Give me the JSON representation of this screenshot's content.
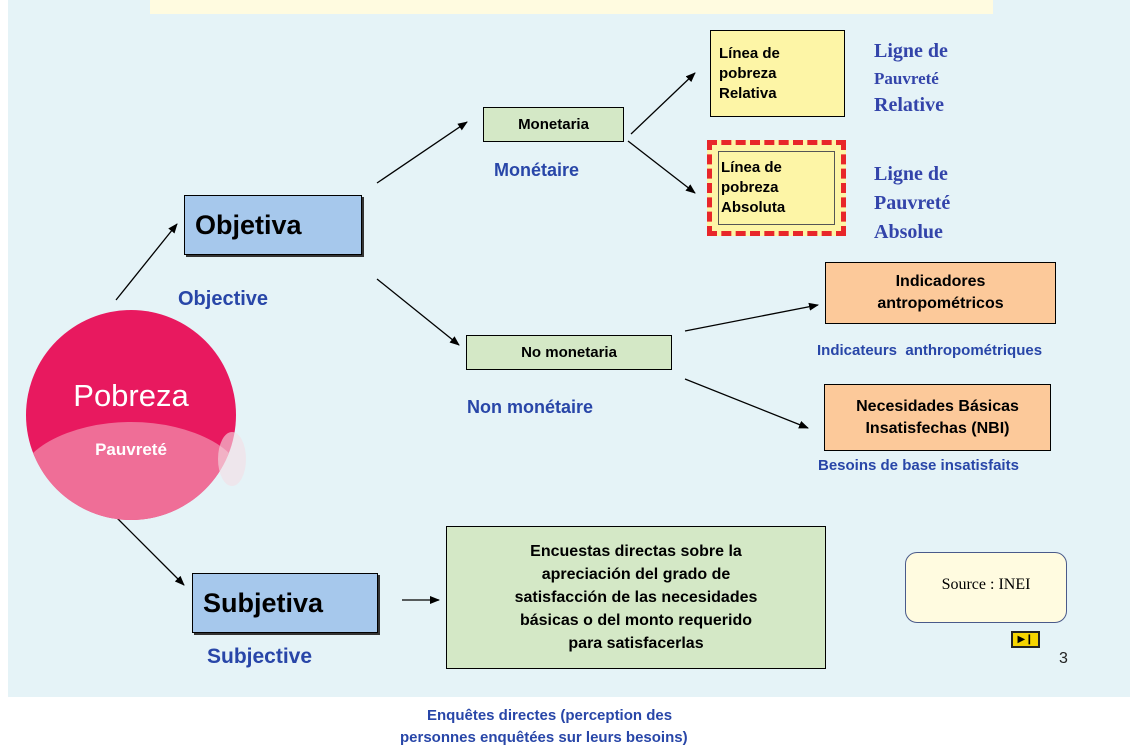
{
  "root": {
    "es": "Pobreza",
    "fr": "Pauvreté"
  },
  "objetiva": {
    "es": "Objetiva",
    "fr": "Objective"
  },
  "subjetiva": {
    "es": "Subjetiva",
    "fr": "Subjective"
  },
  "monetaria": {
    "es": "Monetaria",
    "fr": "Monétaire"
  },
  "no_monetaria": {
    "es": "No monetaria",
    "fr": "Non monétaire"
  },
  "linea_relativa": {
    "es": [
      "Línea de",
      "pobreza",
      "Relativa"
    ],
    "fr": [
      "Ligne de",
      "Pauvreté",
      "Relative"
    ]
  },
  "linea_absoluta": {
    "es": [
      "Línea de",
      "pobreza",
      "Absoluta"
    ],
    "fr": [
      "Ligne de",
      "Pauvreté",
      "Absolue"
    ]
  },
  "indicadores": {
    "es": [
      "Indicadores",
      "antropométricos"
    ],
    "fr": "Indicateurs  anthropométriques"
  },
  "necesidades": {
    "es": [
      "Necesidades Básicas",
      "Insatisfechas (NBI)"
    ],
    "fr": "Besoins de base insatisfaits"
  },
  "encuestas": {
    "es": [
      "Encuestas directas sobre la",
      "apreciación del grado de",
      "satisfacción de las necesidades",
      "básicas o del monto requerido",
      "para satisfacerlas"
    ],
    "fr": [
      "Enquêtes directes (perception des",
      "personnes enquêtées sur leurs besoins)"
    ]
  },
  "source": "Source : INEI",
  "page_number": "3",
  "colors": {
    "background": "#e5f3f7",
    "circle": "#e8195f",
    "blue_box": "#a6c8ec",
    "green_box": "#d4e8c6",
    "yellow_box": "#fdf5a6",
    "orange_box": "#fcc99a",
    "label_blue": "#2846a8",
    "dashed_border": "#e8262a"
  },
  "icons": {
    "next": "next-slide-icon"
  }
}
